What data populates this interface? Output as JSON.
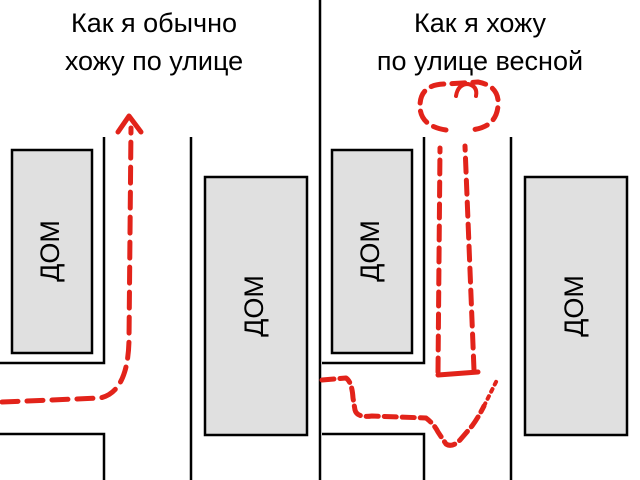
{
  "panels": [
    {
      "title": "Как я обычно\nхожу по улице",
      "houses": [
        "ДОМ",
        "ДОМ"
      ]
    },
    {
      "title": "Как я хожу\nпо улице весной",
      "houses": [
        "ДОМ",
        "ДОМ"
      ]
    }
  ],
  "colors": {
    "path": "#e2231a",
    "house_fill": "#e0e0e0",
    "line": "#000000",
    "background": "#ffffff"
  }
}
